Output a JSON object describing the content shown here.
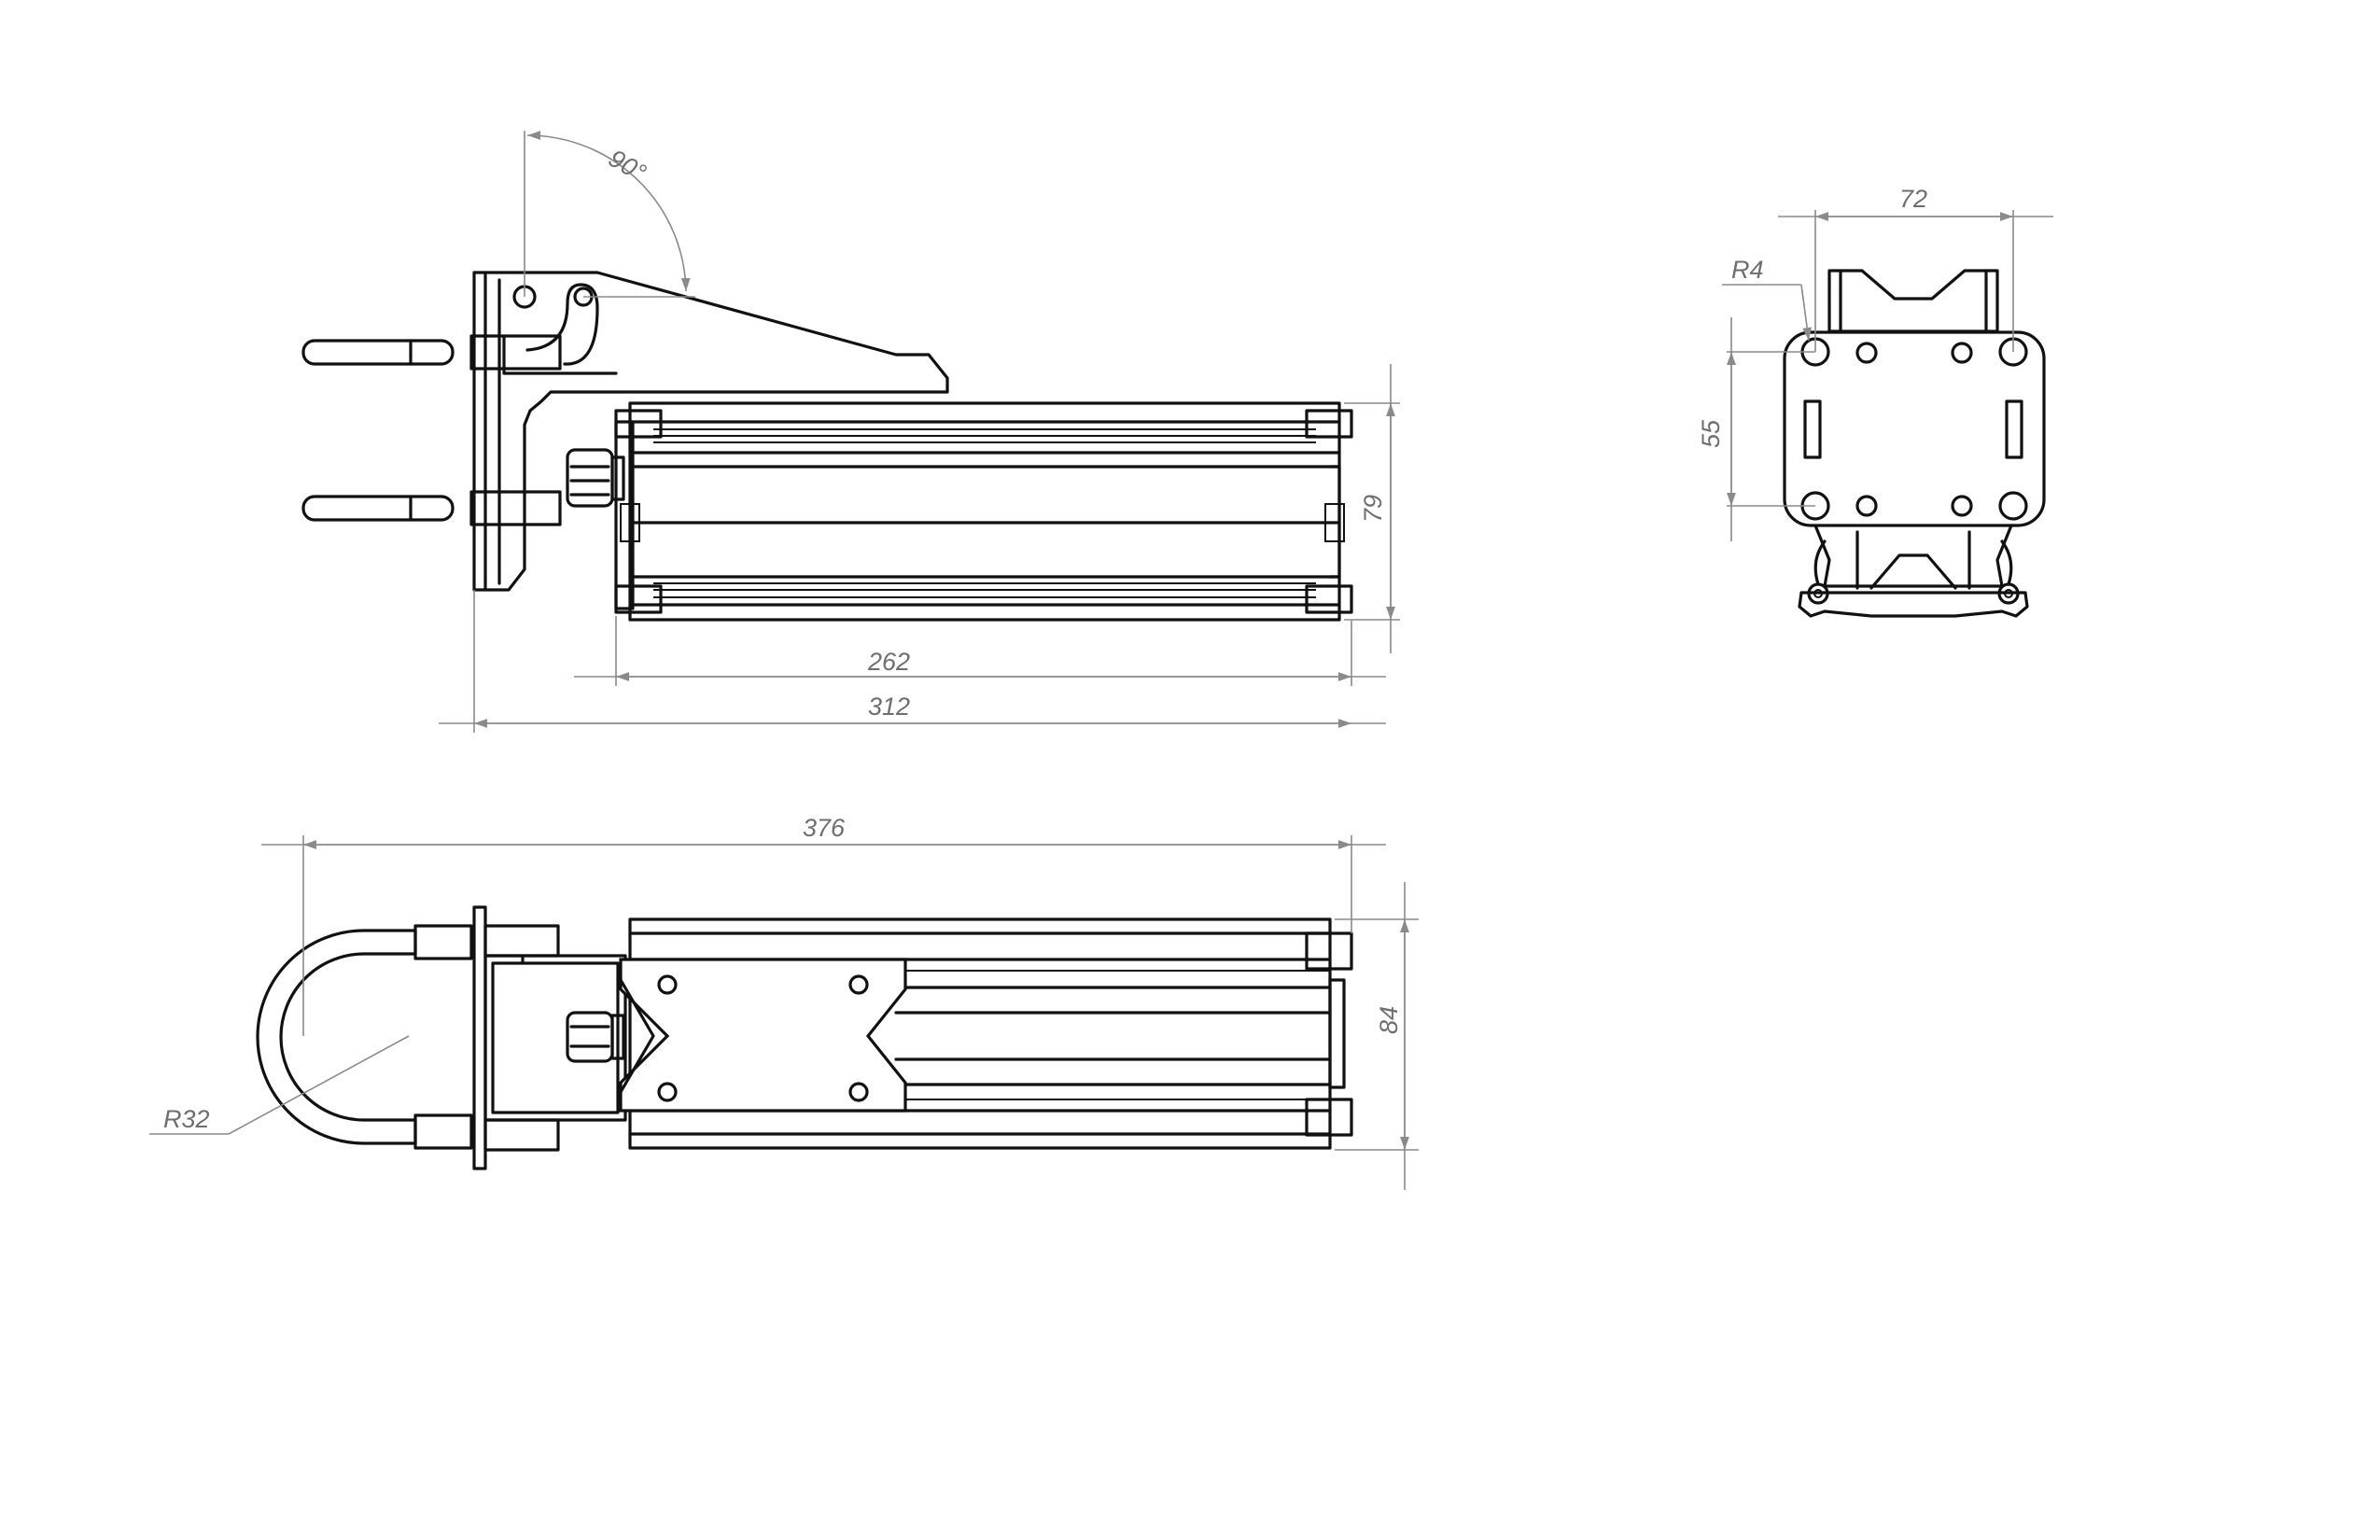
{
  "dimensions": {
    "angle": "90°",
    "length_inner": "262",
    "length_outer": "312",
    "height_side": "79",
    "width_top_view": "72",
    "radius_hole": "R4",
    "height_hole_spacing": "55",
    "length_total": "376",
    "height_plan": "84",
    "radius_ubolt": "R32"
  },
  "colors": {
    "part_line": "#111111",
    "dimension_line": "#8a8a8a",
    "dimension_text": "#6e6e6e",
    "background": "#ffffff"
  }
}
